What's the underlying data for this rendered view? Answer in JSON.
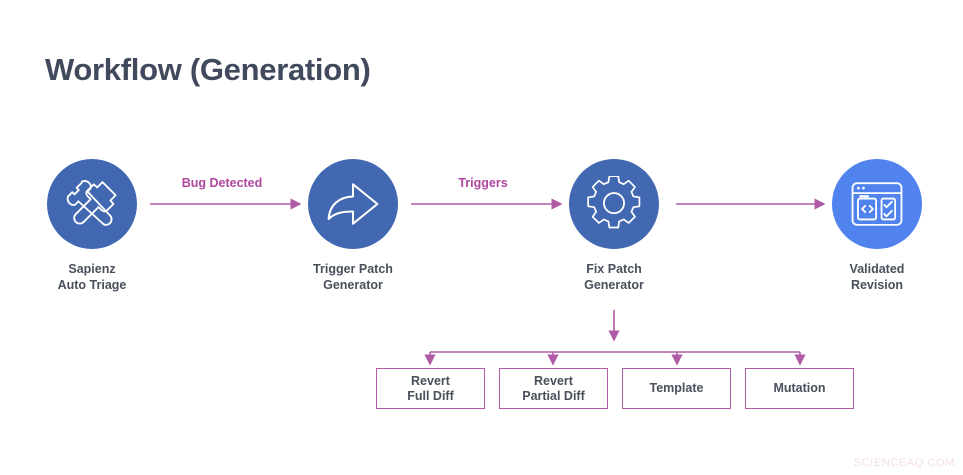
{
  "page": {
    "title": "Workflow (Generation)",
    "watermark": "SCIENCEAQ.COM",
    "background": "#ffffff",
    "title_color": "#414a5c"
  },
  "colors": {
    "node_blue": "#4168b0",
    "node_blue_light": "#5183ee",
    "connector": "#b05ba5",
    "edge_label": "#b0479e",
    "box_border": "#b05ba5",
    "text_dark": "#4a4f5c"
  },
  "nodes": [
    {
      "id": "sapienz-auto-triage",
      "label": "Sapienz\nAuto Triage",
      "icon": "tools-wrench-hammer-icon",
      "color": "#4168b0"
    },
    {
      "id": "trigger-patch-generator",
      "label": "Trigger Patch\nGenerator",
      "icon": "curved-forward-arrow-icon",
      "color": "#4168b0"
    },
    {
      "id": "fix-patch-generator",
      "label": "Fix Patch\nGenerator",
      "icon": "gear-cog-icon",
      "color": "#4168b0"
    },
    {
      "id": "validated-revision",
      "label": "Validated\nRevision",
      "icon": "code-window-checklist-icon",
      "color": "#5183ee"
    }
  ],
  "edges": [
    {
      "id": "edge-bug-detected",
      "label": "Bug Detected",
      "from": "sapienz-auto-triage",
      "to": "trigger-patch-generator"
    },
    {
      "id": "edge-triggers",
      "label": "Triggers",
      "from": "trigger-patch-generator",
      "to": "fix-patch-generator"
    },
    {
      "id": "edge-unlabeled",
      "label": "",
      "from": "fix-patch-generator",
      "to": "validated-revision"
    }
  ],
  "strategies": {
    "source": "fix-patch-generator",
    "options": [
      {
        "id": "revert-full-diff",
        "label": "Revert\nFull Diff"
      },
      {
        "id": "revert-partial-diff",
        "label": "Revert\nPartial Diff"
      },
      {
        "id": "template",
        "label": "Template"
      },
      {
        "id": "mutation",
        "label": "Mutation"
      }
    ]
  }
}
